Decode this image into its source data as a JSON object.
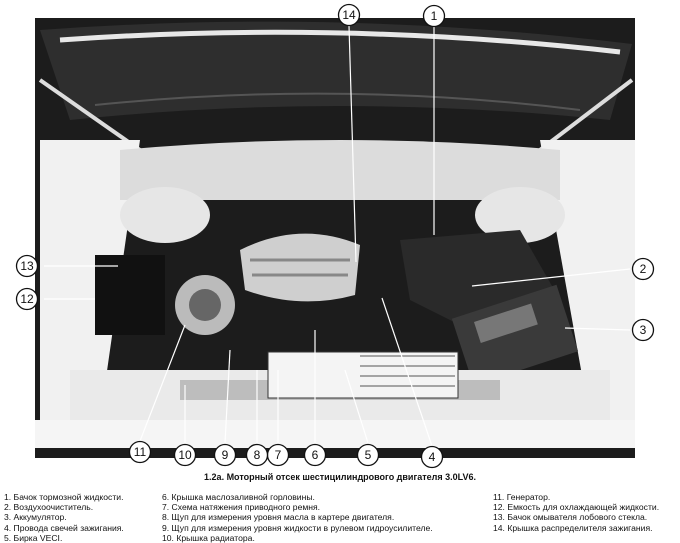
{
  "caption": "1.2а. Моторный отсек шестицилиндрового двигателя 3.0LV6.",
  "callouts": [
    "1",
    "2",
    "3",
    "4",
    "5",
    "6",
    "7",
    "8",
    "9",
    "10",
    "11",
    "12",
    "13",
    "14"
  ],
  "legend": {
    "col1": [
      "1. Бачок тормозной жидкости.",
      "2. Воздухоочиститель.",
      "3. Аккумулятор.",
      "4. Провода свечей зажигания.",
      "5. Бирка VECI."
    ],
    "col2": [
      "6. Крышка маслозаливной горловины.",
      "7. Схема натяжения приводного ремня.",
      "8. Щуп для измерения уровня масла в картере двигателя.",
      "9. Щуп для измерения уровня жидкости в рулевом гидроусилителе.",
      "10. Крышка радиатора."
    ],
    "col3": [
      "11. Генератор.",
      "12. Емкость для охлаждающей жидкости.",
      "13. Бачок омывателя лобового стекла.",
      "14. Крышка распределителя зажигания."
    ]
  }
}
